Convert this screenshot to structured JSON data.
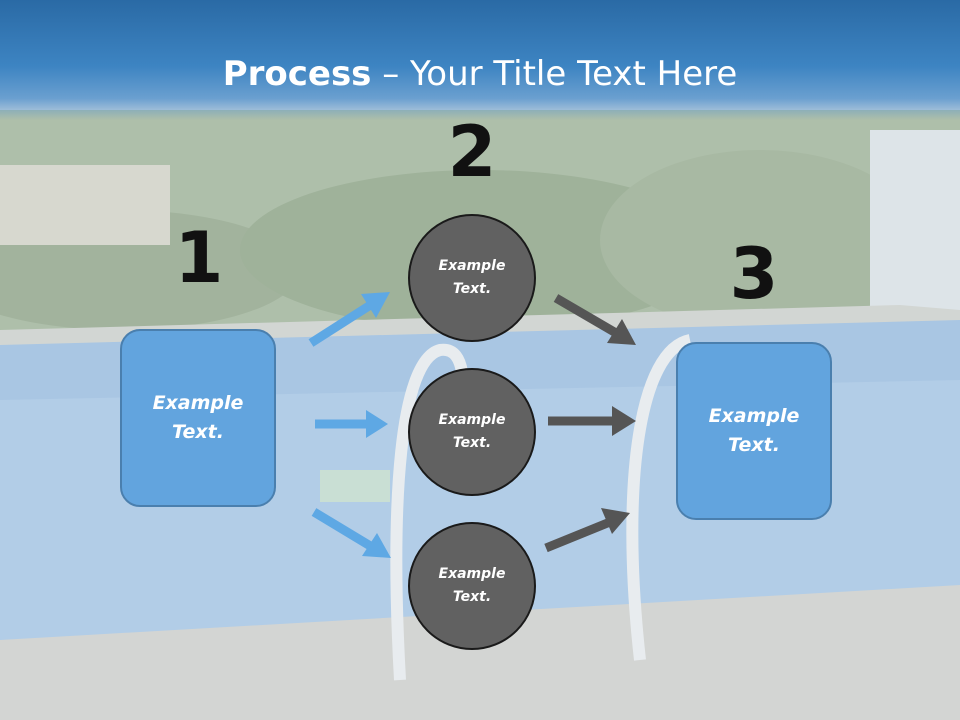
{
  "header": {
    "title_bold": "Process",
    "title_rest": " – Your Title Text Here"
  },
  "steps": [
    {
      "number": "1",
      "text": "Example\nText."
    },
    {
      "number": "2",
      "texts": [
        "Example\nText.",
        "Example\nText.",
        "Example\nText."
      ]
    },
    {
      "number": "3",
      "text": "Example\nText."
    }
  ],
  "colors": {
    "header": "#3d84c2",
    "box": "#62a4de",
    "circle": "#616161",
    "arrow_blue": "#5ea8e4",
    "arrow_gray": "#555555"
  }
}
